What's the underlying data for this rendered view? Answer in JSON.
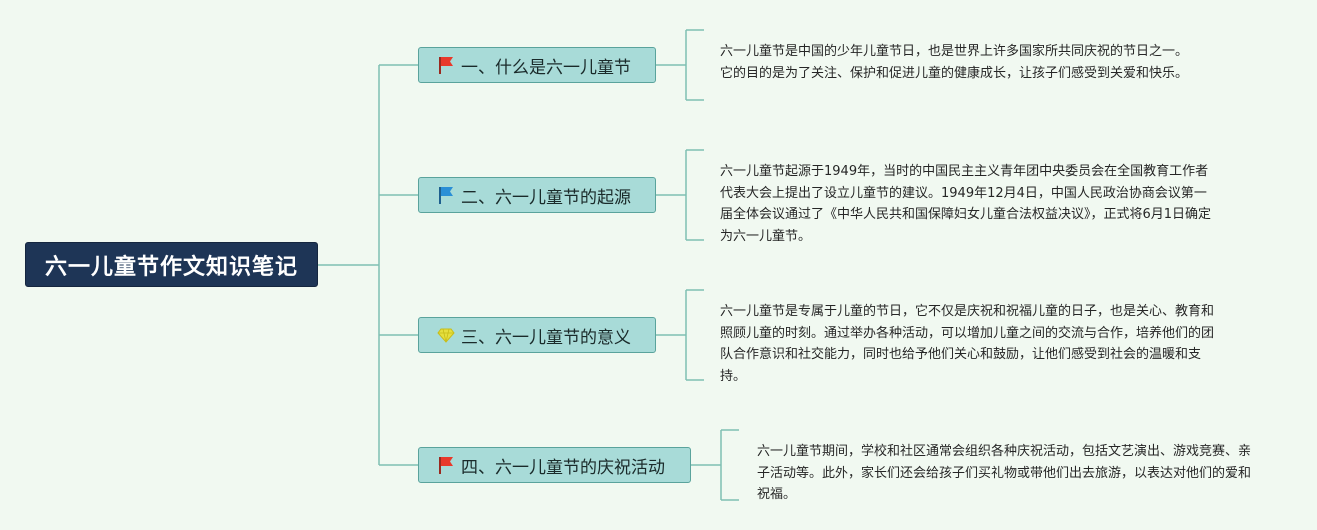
{
  "root": {
    "title": "六一儿童节作文知识笔记"
  },
  "branches": [
    {
      "label": "一、什么是六一儿童节",
      "icon": "red-flag-icon",
      "note": "六一儿童节是中国的少年儿童节日，也是世界上许多国家所共同庆祝的节日之一。它的目的是为了关注、保护和促进儿童的健康成长，让孩子们感受到关爱和快乐。"
    },
    {
      "label": "二、六一儿童节的起源",
      "icon": "blue-flag-icon",
      "note": "六一儿童节起源于1949年，当时的中国民主主义青年团中央委员会在全国教育工作者代表大会上提出了设立儿童节的建议。1949年12月4日，中国人民政治协商会议第一届全体会议通过了《中华人民共和国保障妇女儿童合法权益决议》，正式将6月1日确定为六一儿童节。"
    },
    {
      "label": "三、六一儿童节的意义",
      "icon": "diamond-icon",
      "note": "六一儿童节是专属于儿童的节日，它不仅是庆祝和祝福儿童的日子，也是关心、教育和照顾儿童的时刻。通过举办各种活动，可以增加儿童之间的交流与合作，培养他们的团队合作意识和社交能力，同时也给予他们关心和鼓励，让他们感受到社会的温暖和支持。"
    },
    {
      "label": "四、六一儿童节的庆祝活动",
      "icon": "red-flag-icon",
      "note": "六一儿童节期间，学校和社区通常会组织各种庆祝活动，包括文艺演出、游戏竞赛、亲子活动等。此外，家长们还会给孩子们买礼物或带他们出去旅游，以表达对他们的爱和祝福。"
    }
  ],
  "colors": {
    "background": "#f1f9f1",
    "root_fill": "#1e3556",
    "branch_fill": "#a8dbd8",
    "branch_border": "#5aa39c",
    "connector": "#7fbfb2",
    "red_flag": "#e8392b",
    "blue_flag": "#2a8fd6",
    "diamond": "#e6df3d"
  }
}
